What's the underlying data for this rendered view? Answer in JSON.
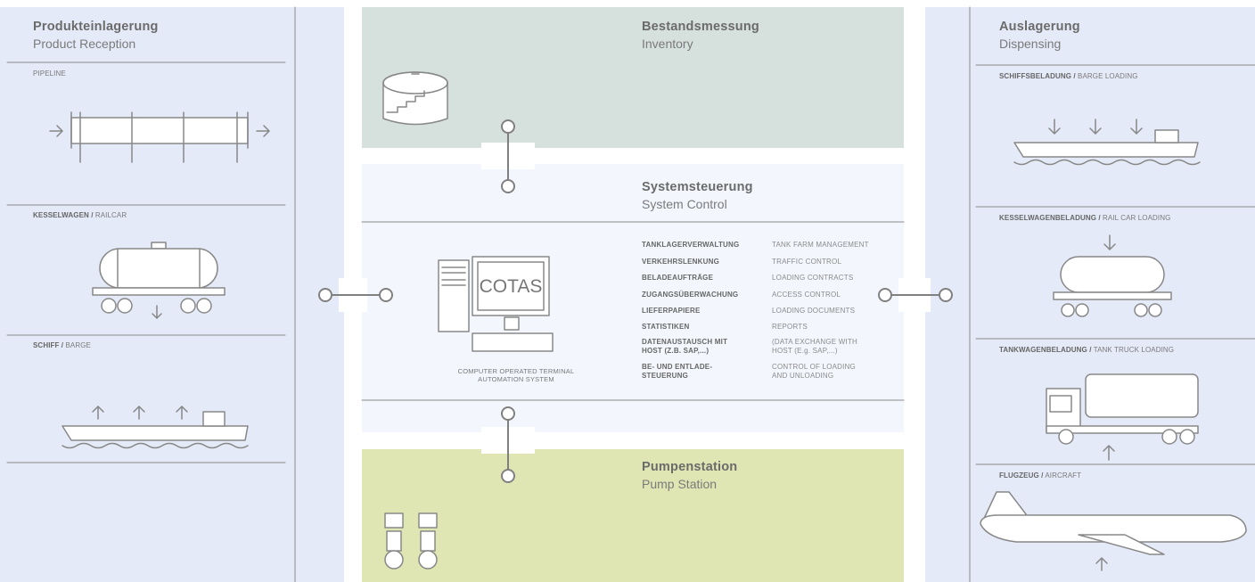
{
  "colors": {
    "side_panel": "#e4eaf7",
    "inventory_panel": "#d6e1de",
    "control_panel": "#f3f7fd",
    "pump_panel": "#dfe6b3",
    "line": "#8a8a8a",
    "icon_stroke": "#888888"
  },
  "reception": {
    "title_de": "Produkteinlagerung",
    "title_en": "Product Reception",
    "pipeline": "PIPELINE",
    "railcar_de": "KESSELWAGEN /",
    "railcar_en": " RAILCAR",
    "barge_de": "SCHIFF /",
    "barge_en": " BARGE"
  },
  "inventory": {
    "title_de": "Bestandsmessung",
    "title_en": "Inventory"
  },
  "control": {
    "title_de": "Systemsteuerung",
    "title_en": "System Control",
    "monitor_label": "COTAS",
    "caption_line1": "COMPUTER OPERATED TERMINAL",
    "caption_line2": "AUTOMATION SYSTEM",
    "functions": [
      {
        "de": "TANKLAGERVERWALTUNG",
        "en": "TANK FARM MANAGEMENT"
      },
      {
        "de": "VERKEHRSLENKUNG",
        "en": "TRAFFIC CONTROL"
      },
      {
        "de": "BELADEAUFTRÄGE",
        "en": "LOADING CONTRACTS"
      },
      {
        "de": "ZUGANGSÜBERWACHUNG",
        "en": "ACCESS CONTROL"
      },
      {
        "de": "LIEFERPAPIERE",
        "en": "LOADING DOCUMENTS"
      },
      {
        "de": "STATISTIKEN",
        "en": "REPORTS"
      },
      {
        "de": "DATENAUSTAUSCH MIT HOST (Z.B. SAP,...)",
        "en": "(DATA EXCHANGE WITH HOST (E.g. SAP,...)"
      },
      {
        "de": "BE- UND ENTLADE-STEUERUNG",
        "en": "CONTROL OF LOADING AND UNLOADING"
      }
    ]
  },
  "pump": {
    "title_de": "Pumpenstation",
    "title_en": "Pump Station"
  },
  "dispensing": {
    "title_de": "Auslagerung",
    "title_en": "Dispensing",
    "barge_de": "SCHIFFSBELADUNG /",
    "barge_en": " BARGE LOADING",
    "railcar_de": "KESSELWAGENBELADUNG /",
    "railcar_en": " RAIL CAR LOADING",
    "truck_de": "TANKWAGENBELADUNG /",
    "truck_en": " TANK TRUCK LOADING",
    "aircraft_de": "FLUGZEUG /",
    "aircraft_en": " AIRCRAFT"
  }
}
